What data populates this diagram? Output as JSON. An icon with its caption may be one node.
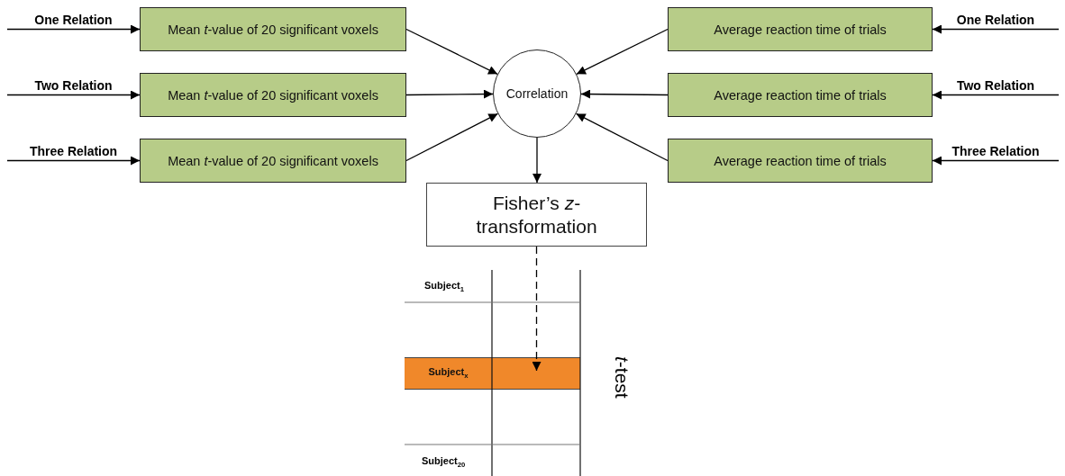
{
  "diagram": {
    "nodes": [
      {
        "text": [
          "Mean *t*-value of 20 significant voxels"
        ]
      },
      {
        "text": [
          "Mean *t*-value of 20 significant voxels"
        ]
      },
      {
        "text": [
          "Mean *t*-value of 20 significant voxels"
        ]
      },
      {
        "text": [
          "Average reaction time of trials"
        ]
      },
      {
        "text": [
          "Average reaction time of trials"
        ]
      },
      {
        "text": [
          "Average reaction time of trials"
        ]
      },
      {
        "text": [
          "Correlation"
        ]
      },
      {
        "text": [
          "Fisher’s *z*-transformation"
        ]
      },
      {
        "text": [
          "Subject$_{x}$"
        ]
      }
    ],
    "edges": [
      {
        "from": null,
        "to": 0,
        "arrow": "to",
        "label": "One Relation"
      },
      {
        "from": null,
        "to": 1,
        "arrow": "to",
        "label": "Two Relation"
      },
      {
        "from": null,
        "to": 2,
        "arrow": "to",
        "label": "Three Relation"
      },
      {
        "from": null,
        "to": 3,
        "arrow": "to",
        "label": "One Relation"
      },
      {
        "from": null,
        "to": 4,
        "arrow": "to",
        "label": "Two Relation"
      },
      {
        "from": null,
        "to": 5,
        "arrow": "to",
        "label": "Three Relation"
      },
      {
        "from": 0,
        "to": 6,
        "arrow": "to"
      },
      {
        "from": 1,
        "to": 6,
        "arrow": "to"
      },
      {
        "from": 2,
        "to": 6,
        "arrow": "to"
      },
      {
        "from": 3,
        "to": 6,
        "arrow": "to"
      },
      {
        "from": 4,
        "to": 6,
        "arrow": "to"
      },
      {
        "from": 5,
        "to": 6,
        "arrow": "to"
      },
      {
        "from": 6,
        "to": 7,
        "arrow": "to"
      },
      {
        "from": 7,
        "to": 8,
        "arrow": "to",
        "style": "dashed"
      }
    ],
    "labels": [
      "Subject$_{1}$",
      "Subject$_{20}$",
      "*t*-test"
    ]
  }
}
